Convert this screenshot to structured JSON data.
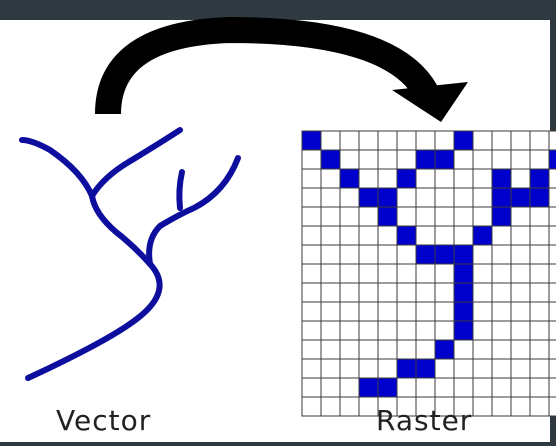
{
  "labels": {
    "left": "Vector",
    "right": "Raster"
  },
  "colors": {
    "line": "#0d0d9e",
    "cell_fill": "#0000cc",
    "grid": "#3a3a3a",
    "arrow": "#000000",
    "frame": "#2f3940"
  },
  "raster": {
    "rows": 15,
    "cols": 14,
    "filled_cells": [
      [
        0,
        0
      ],
      [
        0,
        8
      ],
      [
        1,
        1
      ],
      [
        1,
        6
      ],
      [
        1,
        7
      ],
      [
        1,
        13
      ],
      [
        2,
        2
      ],
      [
        2,
        5
      ],
      [
        2,
        10
      ],
      [
        2,
        12
      ],
      [
        3,
        3
      ],
      [
        3,
        4
      ],
      [
        3,
        10
      ],
      [
        3,
        11
      ],
      [
        3,
        12
      ],
      [
        4,
        4
      ],
      [
        4,
        10
      ],
      [
        5,
        5
      ],
      [
        5,
        9
      ],
      [
        6,
        6
      ],
      [
        6,
        7
      ],
      [
        6,
        8
      ],
      [
        7,
        8
      ],
      [
        8,
        8
      ],
      [
        9,
        8
      ],
      [
        10,
        8
      ],
      [
        11,
        7
      ],
      [
        12,
        5
      ],
      [
        12,
        6
      ],
      [
        13,
        3
      ],
      [
        13,
        4
      ]
    ]
  }
}
